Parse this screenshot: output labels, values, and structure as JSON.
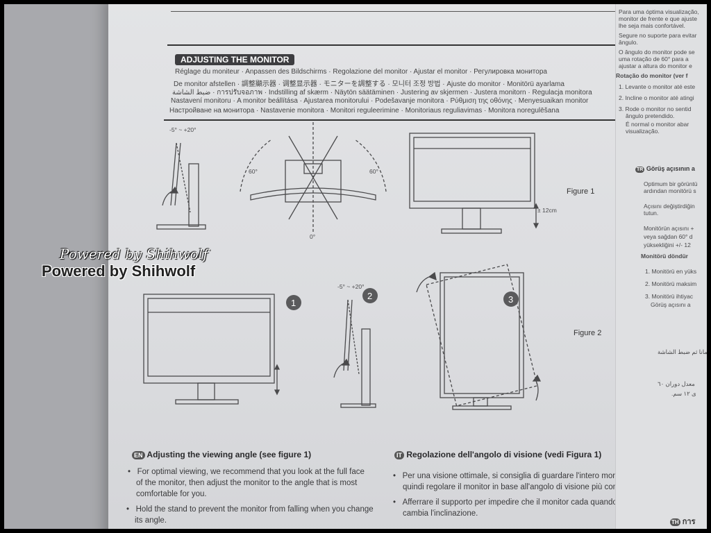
{
  "header": {
    "title": "ADJUSTING THE MONITOR",
    "languages": [
      "Réglage du moniteur",
      "Anpassen des Bildschirms",
      "Regolazione del monitor",
      "Ajustar el monitor",
      "Регулировка монитора",
      "De monitor afstellen",
      "調整顯示器",
      "调整显示器",
      "モニターを調整する",
      "모니터 조정 방법",
      "Ajuste do monitor",
      "Monitörü ayarlama",
      "ضبط الشاشة",
      "การปรับจอภาพ",
      "Indstilling af skærm",
      "Näytön säätäminen",
      "Justering av skjermen",
      "Justera monitorn",
      "Regulacja monitora",
      "Nastavení monitoru",
      "A monitor beállítása",
      "Ajustarea monitorului",
      "Podešavanje monitora",
      "Ρύθμιση της οθόνης",
      "Menyesuaikan monitor",
      "Настройване на монитора",
      "Nastavenie monitora",
      "Monitori reguleerimine",
      "Monitoriaus reguliavimas",
      "Monitora noregulēšana"
    ]
  },
  "figure1": {
    "label": "Figure 1",
    "tilt_label": "-5° ~ +20°",
    "swivel_left": "60°",
    "swivel_right": "60°",
    "swivel_zero": "0°",
    "height_label": "± 12cm"
  },
  "figure2": {
    "label": "Figure 2",
    "tilt_label": "-5° ~ +20°",
    "steps": [
      "1",
      "2",
      "3"
    ]
  },
  "watermark": {
    "line1": "Powered by Shihwolf",
    "line2": "Powered by Shihwolf"
  },
  "section_en": {
    "badge": "EN",
    "heading": "Adjusting the viewing angle (see figure 1)",
    "bullets": [
      "For optimal viewing, we recommend that you look at the full face",
      "of the monitor, then adjust the monitor to the angle that is most",
      "comfortable for you.",
      "Hold the stand to prevent the monitor from falling when you change",
      "its angle."
    ]
  },
  "section_it": {
    "badge": "IT",
    "heading": "Regolazione dell'angolo di visione (vedi Figura 1)",
    "bullets": [
      "Per una visione ottimale, si consiglia di guardare l'intero monitor,",
      "quindi regolare il monitor in base all'angolo di visione più comodo.",
      "Afferrare il supporto per impedire che il monitor cada quando si",
      "cambia l'inclinazione."
    ]
  },
  "right_page_pt": {
    "lines": [
      "Para uma óptima visualização,",
      "monitor de frente e que ajuste",
      "lhe seja mais confortável.",
      "Segure no suporte para evitar",
      "ângulo.",
      "O ângulo do monitor pode se",
      "uma rotação de 60° para a",
      "ajustar a altura do monitor e",
      "Rotação do monitor (ver f",
      "1. Levante o monitor até este",
      "2. Incline o monitor até atingi",
      "3. Rode o monitor no sentid",
      "ângulo pretendido.",
      "É normal o monitor abar",
      "visualização."
    ]
  },
  "right_page_tr": {
    "badge": "TR",
    "heading": "Görüş açısının a",
    "lines": [
      "Optimum bir görüntü",
      "ardından monitörü s",
      "Açısını değiştirdiğin",
      "tutun.",
      "Monitörün açısını +",
      "veya sağdan 60° d",
      "yüksekliğini +/- 12",
      "Monitörü döndür",
      "1. Monitörü en yüks",
      "2. Monitörü maksim",
      "3. Monitörü ihtiyac",
      "Görüş açısını a"
    ]
  },
  "right_page_ar": {
    "lines": [
      "مانا ثم ضبط الشاشة",
      "معدل دوران ٦٠",
      "ى ١٢ سم."
    ]
  },
  "footer_badge": "TH",
  "footer_glyph": "การ"
}
